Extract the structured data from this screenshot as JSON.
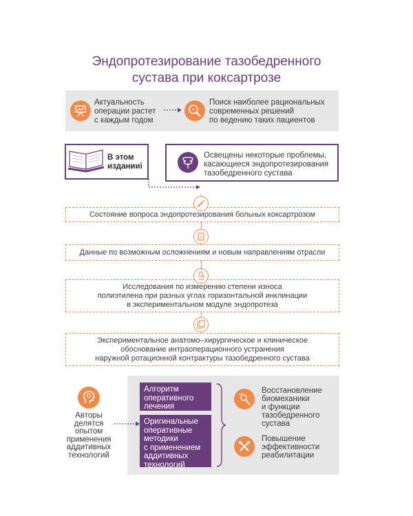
{
  "title": {
    "line1": "Эндопротезирование тазобедренного",
    "line2": "сустава при коксартрозе"
  },
  "top_panel": {
    "left_text": [
      "Актуальность",
      "операции растет",
      "с каждым годом"
    ],
    "right_text": [
      "Поиск наиболее рациональных",
      "современных решений",
      "по ведению таких пациентов"
    ],
    "left_icon": "chart-presentation-icon",
    "right_icon": "magnifier-icon"
  },
  "this_edition": {
    "label": [
      "В этом",
      "изданииi"
    ],
    "icon": "open-book-icon"
  },
  "problems": {
    "text": [
      "Освещены некоторые проблемы,",
      "касающиеся эндопротезирования",
      "тазобедренного сустава"
    ],
    "icon": "pelvis-icon"
  },
  "steps": [
    {
      "lines": [
        "Состояние вопроса эндопротезирования больных коксартрозом"
      ],
      "icon": "ruler-icon"
    },
    {
      "lines": [
        "Данные по возможным осложнениям и новым направлениям отрасли"
      ],
      "icon": "clipboard-icon"
    },
    {
      "lines": [
        "Исследования по измерению степени износа",
        "полиэтилена при разных углах горизонтальной инклинации",
        "в экспериментальном модуле эндопротеза"
      ],
      "icon": "microscope-icon"
    },
    {
      "lines": [
        "Экспериментальное анатомо–хирургическое и клиническое",
        "обоснование интраоперационного устранения",
        "наружной ротационной контрактуры тазобедренного сустава"
      ],
      "icon": "documents-icon"
    }
  ],
  "authors": {
    "text": [
      "Авторы",
      "делятся",
      "опытом",
      "применения",
      "аддитивных",
      "технологий"
    ],
    "icon": "head-icon"
  },
  "contributions": [
    [
      "Алгоритм",
      "оперативного",
      "лечения"
    ],
    [
      "Оригинальные",
      "оперативные",
      "методики",
      "с применением",
      "аддитивных",
      "технологий"
    ]
  ],
  "outcomes": [
    {
      "lines": [
        "Восстановление",
        "биомеханики",
        "и функции",
        "тазобедренного",
        "сустава"
      ],
      "icon": "joint-icon"
    },
    {
      "lines": [
        "Повышение",
        "эффективности",
        "реабилитации"
      ],
      "icon": "tools-icon"
    }
  ],
  "colors": {
    "purple": "#6a3d7c",
    "orange": "#f08a4b",
    "gray": "#e7e7e7"
  }
}
